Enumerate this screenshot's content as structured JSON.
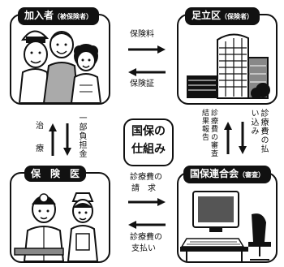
{
  "panels": {
    "member": {
      "title": "加入者",
      "sub": "（被保険者）"
    },
    "ward": {
      "title": "足立区",
      "sub": "（保険者）"
    },
    "doctor": {
      "title": "保　険　医",
      "sub": ""
    },
    "federation": {
      "title": "国保連合会",
      "sub": "（審査）"
    }
  },
  "center": {
    "line1": "国保の",
    "line2": "仕組み"
  },
  "flows": {
    "premium": "保険料",
    "card": "保険証",
    "treatment_a": "治",
    "treatment_b": "療",
    "copay": "一部負担金",
    "fee_report": "診療費の審査結果報告",
    "fee_payin": "診療費の払い込み",
    "claim_1": "診療費の",
    "claim_2": "請　求",
    "pay_1": "診療費の",
    "pay_2": "支払い"
  }
}
